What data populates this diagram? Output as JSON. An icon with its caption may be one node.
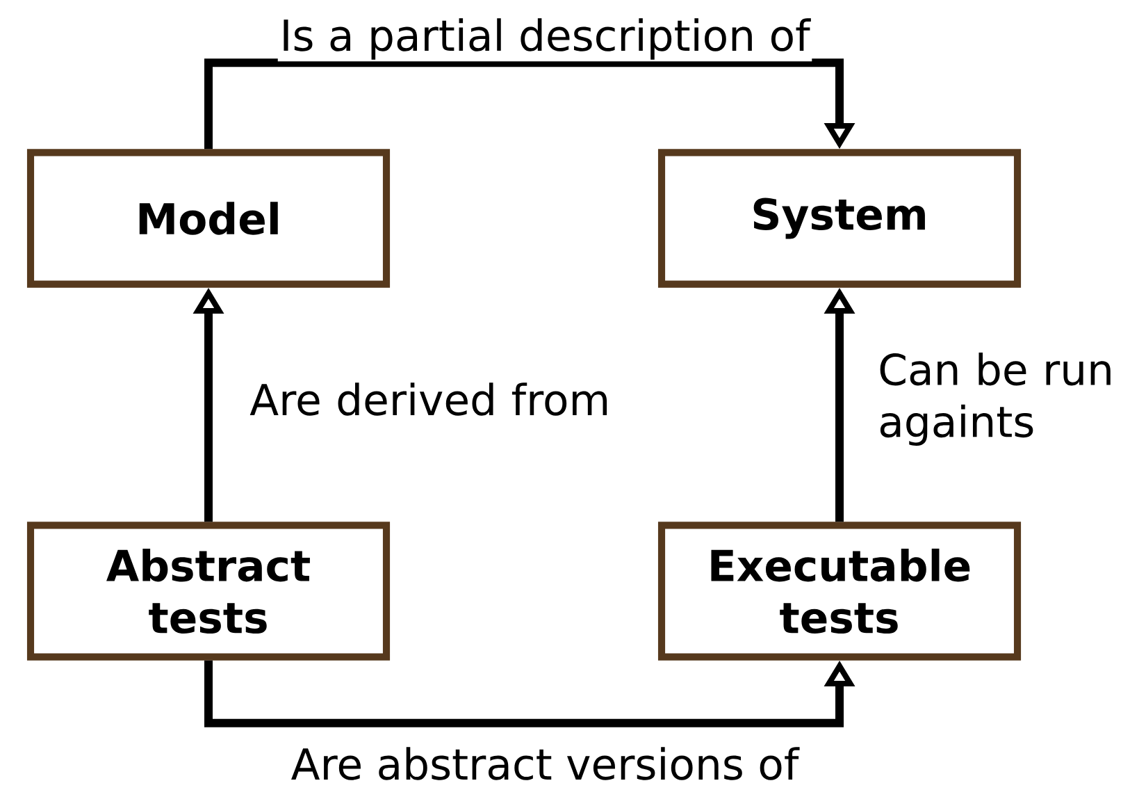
{
  "diagram": {
    "nodes": [
      {
        "text": [
          "Model"
        ]
      },
      {
        "text": [
          "System"
        ]
      },
      {
        "text": [
          "Abstract tests"
        ]
      },
      {
        "text": [
          "Executable tests"
        ]
      }
    ],
    "edges": [
      {
        "from": 0,
        "to": 1,
        "arrow": "to",
        "label": "Is a partial description of"
      },
      {
        "from": 2,
        "to": 0,
        "arrow": "to",
        "label": "Are derived from"
      },
      {
        "from": 2,
        "to": 3,
        "arrow": "to",
        "label": "Are abstract versions of"
      },
      {
        "from": 3,
        "to": 1,
        "arrow": "to",
        "label": "Can be run againts"
      }
    ]
  }
}
